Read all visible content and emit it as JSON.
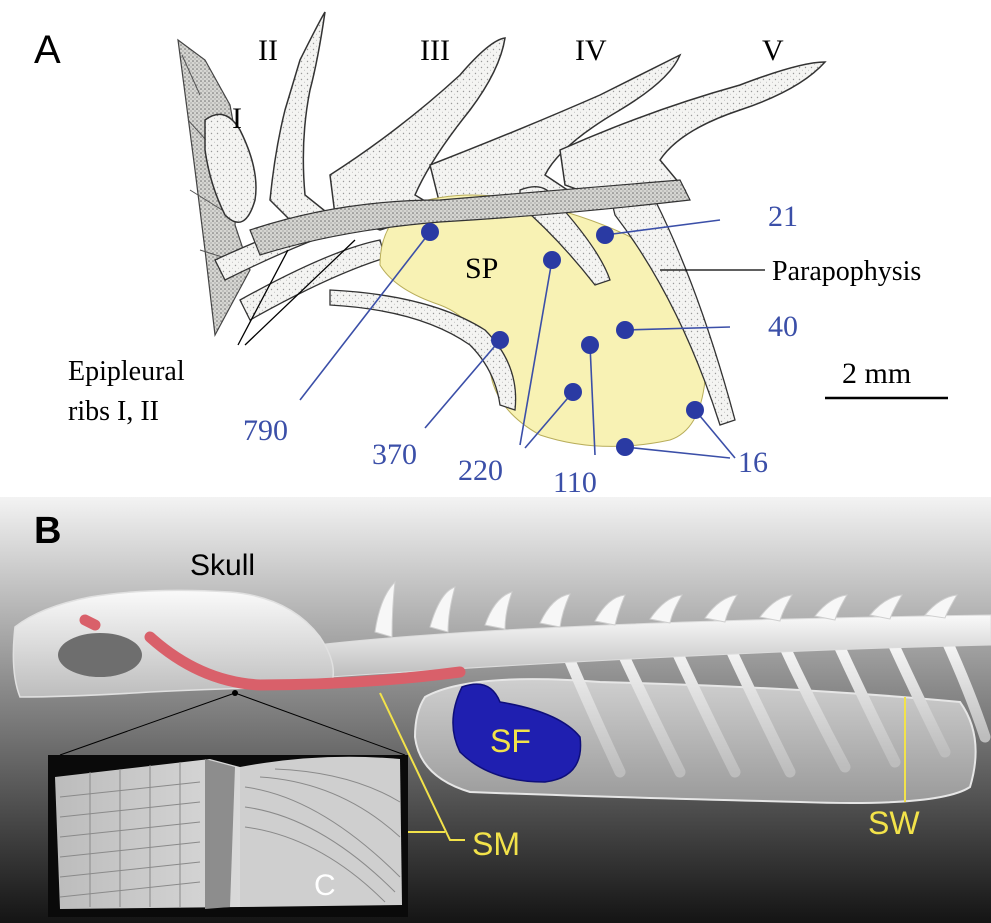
{
  "panel_a": {
    "letter": "A",
    "vertebra_labels": [
      "I",
      "II",
      "III",
      "IV",
      "V"
    ],
    "swimbladder_label": "SP",
    "parapophysis_label": "Parapophysis",
    "epipleural_label_line1": "Epipleural",
    "epipleural_label_line2": "ribs I, II",
    "scale_bar_label": "2 mm",
    "measurements": [
      "790",
      "370",
      "220",
      "110",
      "21",
      "40",
      "16"
    ],
    "colors": {
      "swimbladder_fill": "#f8f2b4",
      "point_marker": "#2a3aa3",
      "label_text": "#3b4fa8",
      "bone_stroke": "#333333"
    }
  },
  "panel_b": {
    "letter": "B",
    "skull_label": "Skull",
    "sf_label": "SF",
    "sm_label": "SM",
    "sw_label": "SW",
    "inset_label": "C",
    "colors": {
      "background_top": "#f2f2f2",
      "background_bottom": "#1a1a1a",
      "muscle_red": "#d9606a",
      "fluid_blue": "#1f1fb0",
      "label_yellow": "#f2e24a"
    }
  }
}
